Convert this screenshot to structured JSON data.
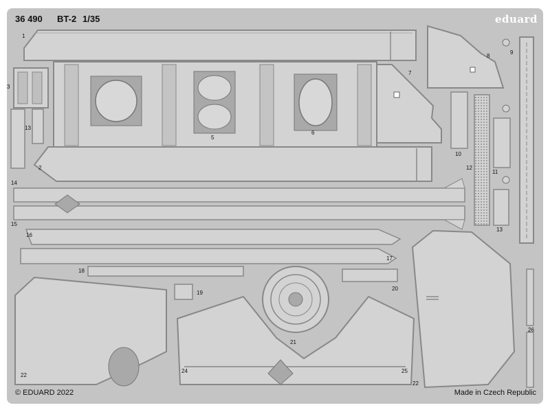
{
  "header": {
    "set_number": "36 490",
    "model": "BT-2",
    "scale": "1/35",
    "brand": "eduard"
  },
  "footer": {
    "copyright": "© EDUARD 2022",
    "origin": "Made in Czech Republic"
  },
  "part_numbers": [
    {
      "id": "p1",
      "label": "1"
    },
    {
      "id": "p2",
      "label": "2"
    },
    {
      "id": "p3",
      "label": "3"
    },
    {
      "id": "p5",
      "label": "5"
    },
    {
      "id": "p6",
      "label": "6"
    },
    {
      "id": "p7",
      "label": "7"
    },
    {
      "id": "p8",
      "label": "8"
    },
    {
      "id": "p9",
      "label": "9"
    },
    {
      "id": "p10",
      "label": "10"
    },
    {
      "id": "p11",
      "label": "11"
    },
    {
      "id": "p12",
      "label": "12"
    },
    {
      "id": "p13a",
      "label": "13"
    },
    {
      "id": "p13b",
      "label": "13"
    },
    {
      "id": "p14",
      "label": "14"
    },
    {
      "id": "p15",
      "label": "15"
    },
    {
      "id": "p16",
      "label": "16"
    },
    {
      "id": "p17",
      "label": "17"
    },
    {
      "id": "p18",
      "label": "18"
    },
    {
      "id": "p19",
      "label": "19"
    },
    {
      "id": "p20",
      "label": "20"
    },
    {
      "id": "p21",
      "label": "21"
    },
    {
      "id": "p22a",
      "label": "22"
    },
    {
      "id": "p22b",
      "label": "22"
    },
    {
      "id": "p24",
      "label": "24"
    },
    {
      "id": "p25",
      "label": "25"
    },
    {
      "id": "p26",
      "label": "26"
    }
  ],
  "colors": {
    "fret": "#c4c4c4",
    "part": "#d3d3d3",
    "outline": "#888888",
    "dark": "#5a5a5a",
    "paper": "#ffffff"
  }
}
